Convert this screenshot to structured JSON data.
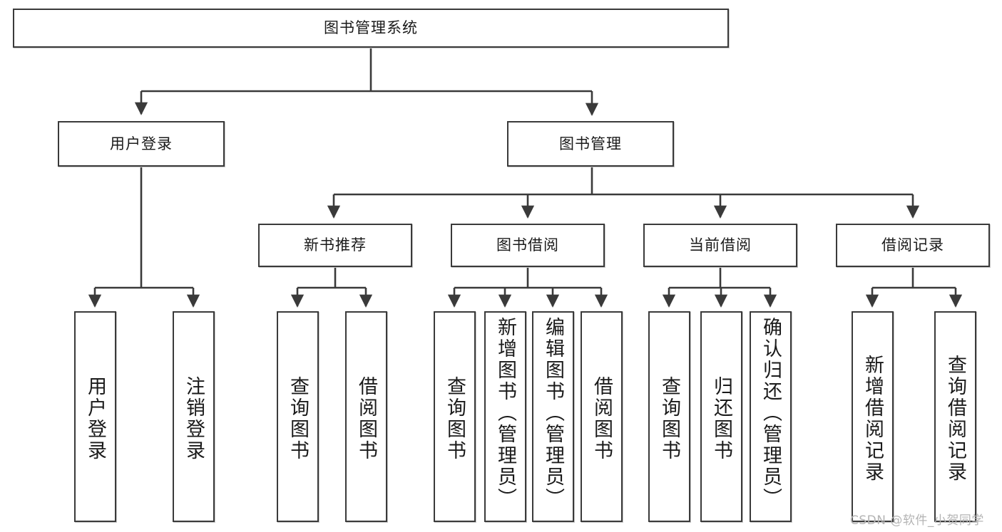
{
  "diagram": {
    "title": "图书管理系统",
    "type": "tree-hierarchy",
    "root": {
      "id": "root",
      "label": "图书管理系统"
    },
    "level2": [
      {
        "id": "user-login",
        "label": "用户登录"
      },
      {
        "id": "book-manage",
        "label": "图书管理"
      }
    ],
    "level3": [
      {
        "id": "new-book-recommend",
        "label": "新书推荐",
        "parent": "book-manage"
      },
      {
        "id": "book-borrow",
        "label": "图书借阅",
        "parent": "book-manage"
      },
      {
        "id": "current-borrow",
        "label": "当前借阅",
        "parent": "book-manage"
      },
      {
        "id": "borrow-record",
        "label": "借阅记录",
        "parent": "book-manage"
      }
    ],
    "leaves": [
      {
        "id": "leaf-user-login",
        "label": "用户登录",
        "parent": "user-login"
      },
      {
        "id": "leaf-logout",
        "label": "注销登录",
        "parent": "user-login"
      },
      {
        "id": "leaf-query-book-1",
        "label": "查询图书",
        "parent": "new-book-recommend"
      },
      {
        "id": "leaf-borrow-book-1",
        "label": "借阅图书",
        "parent": "new-book-recommend"
      },
      {
        "id": "leaf-query-book-2",
        "label": "查询图书",
        "parent": "book-borrow"
      },
      {
        "id": "leaf-add-book",
        "label": "新增图书（管理员）",
        "parent": "book-borrow"
      },
      {
        "id": "leaf-edit-book",
        "label": "编辑图书（管理员）",
        "parent": "book-borrow"
      },
      {
        "id": "leaf-borrow-book-2",
        "label": "借阅图书",
        "parent": "book-borrow"
      },
      {
        "id": "leaf-query-book-3",
        "label": "查询图书",
        "parent": "current-borrow"
      },
      {
        "id": "leaf-return-book",
        "label": "归还图书",
        "parent": "current-borrow"
      },
      {
        "id": "leaf-confirm-return",
        "label": "确认归还（管理员）",
        "parent": "current-borrow"
      },
      {
        "id": "leaf-add-record",
        "label": "新增借阅记录",
        "parent": "borrow-record"
      },
      {
        "id": "leaf-query-record",
        "label": "查询借阅记录",
        "parent": "borrow-record"
      }
    ],
    "watermark": "CSDN @软件_小贺同学",
    "colors": {
      "border": "#3a3a3a",
      "edge": "#3a3a3a",
      "background": "#ffffff",
      "text": "#1a1a1a",
      "watermark": "#b4b4b4"
    }
  }
}
